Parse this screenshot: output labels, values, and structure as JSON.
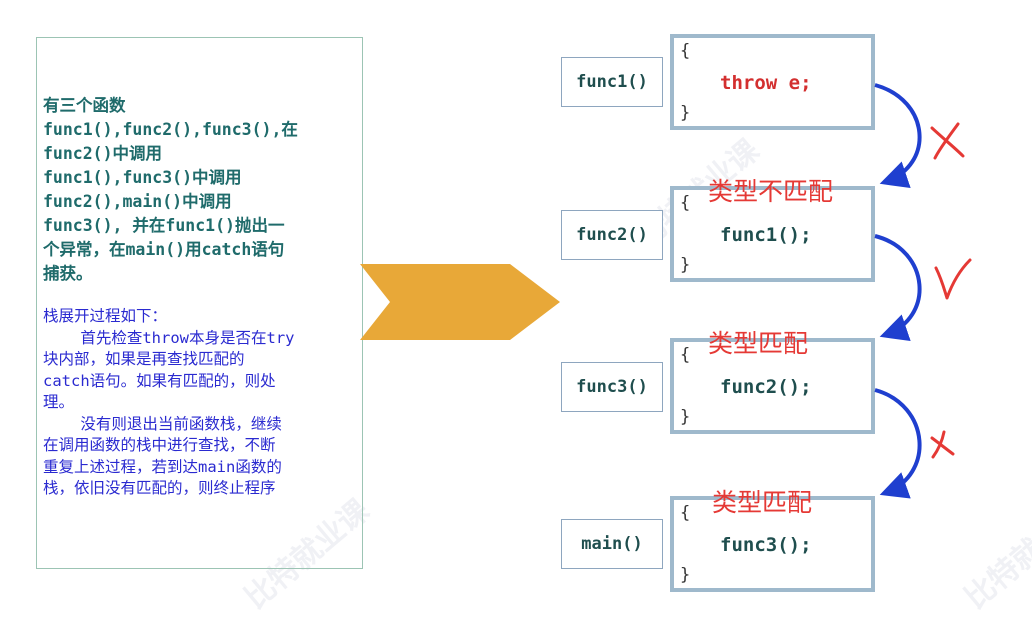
{
  "description": {
    "intro_lines": [
      "有三个函数",
      "func1(),func2(),func3(),在",
      "func2()中调用",
      "func1(),func3()中调用",
      "func2(),main()中调用",
      "func3(), 并在func1()抛出一",
      "个异常，在main()用catch语句",
      "捕获。"
    ],
    "process_lines": [
      "栈展开过程如下：",
      "    首先检查throw本身是否在try",
      "块内部，如果是再查找匹配的",
      "catch语句。如果有匹配的，则处",
      "理。",
      "    没有则退出当前函数栈，继续",
      "在调用函数的栈中进行查找，不断",
      "重复上述过程，若到达main函数的",
      "栈，依旧没有匹配的，则终止程序"
    ]
  },
  "frames": [
    {
      "label": "func1()",
      "code": "throw e;",
      "open": "{",
      "close": "}"
    },
    {
      "label": "func2()",
      "code": "func1();",
      "open": "{",
      "close": "}"
    },
    {
      "label": "func3()",
      "code": "func2();",
      "open": "{",
      "close": "}"
    },
    {
      "label": "main()",
      "code": "func3();",
      "open": "{",
      "close": "}"
    }
  ],
  "status_labels": [
    "类型不匹配",
    "类型匹配",
    "类型匹配"
  ],
  "marks": [
    "x",
    "check",
    "x"
  ],
  "colors": {
    "arrow": "#E8A838",
    "curve": "#1f3fcf",
    "mark": "#e53935",
    "intro_text": "#1f6b6b",
    "process_text": "#2a2ad0"
  },
  "watermark": "比特就业课"
}
